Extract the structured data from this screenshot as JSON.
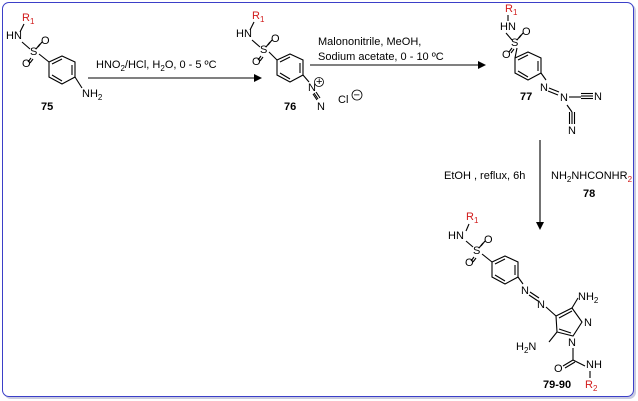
{
  "compounds": {
    "c75": {
      "label": "75",
      "nh": "HN",
      "r": "R",
      "r_sub": "1",
      "nh2": "NH",
      "nh2_sub": "2"
    },
    "c76": {
      "label": "76",
      "nh": "HN",
      "r": "R",
      "r_sub": "1",
      "cl": "Cl",
      "plus": "+",
      "minus": "−"
    },
    "c77": {
      "label": "77",
      "nh": "HN",
      "r": "R",
      "r_sub": "1"
    },
    "c79": {
      "label": "79-90",
      "nh": "HN",
      "r": "R",
      "r_sub": "1",
      "r2": "R",
      "r2_sub": "2",
      "nh2a": "NH",
      "nh2b": "H",
      "nh2b_sub": "2",
      "nh2b_n": "N",
      "ring_n": "N",
      "nh_amide": "NH",
      "o": "O"
    }
  },
  "reagents": {
    "step1": {
      "line1": "HNO",
      "line1_sub": "2",
      "line1_rest": "/HCl, H",
      "line1_sub2": "2",
      "line1_rest2": "O, 0 - 5 ºC"
    },
    "step2": {
      "line1": "Malononitrile, MeOH,",
      "line2": "Sodium acetate, 0 - 10 ºC"
    },
    "step3": {
      "left": "EtOH , reflux, 6h",
      "right_a": "NH",
      "right_sub": "2",
      "right_b": "NHCONHR",
      "right_sub2": "2",
      "compound": "78"
    }
  },
  "atoms": {
    "S": "S",
    "O": "O",
    "N": "N"
  }
}
